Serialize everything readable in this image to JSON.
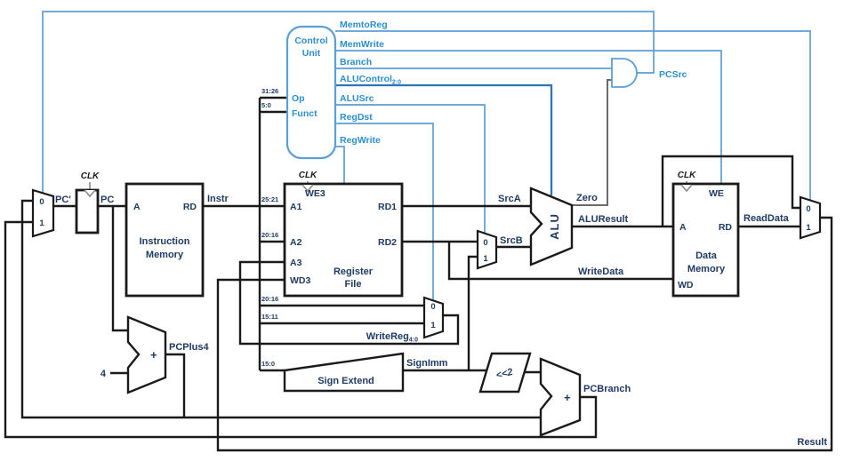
{
  "colors": {
    "wire": "#1a1a1a",
    "control": "#5b9fd6",
    "control_dark": "#2e75b6",
    "navy": "#1f3a63",
    "blue": "#2b8fd0",
    "gray": "#8a8a8a",
    "zero": "#6b6b6b"
  },
  "labels": {
    "clk": "CLK",
    "pc_prime": "PC'",
    "pc": "PC",
    "instr": "Instr",
    "srca": "SrcA",
    "srcb": "SrcB",
    "zero": "Zero",
    "alu_result": "ALUResult",
    "write_data": "WriteData",
    "read_data": "ReadData",
    "sign_imm": "SignImm",
    "pc_plus4": "PCPlus4",
    "pc_branch": "PCBranch",
    "pc_src": "PCSrc",
    "write_reg": "WriteReg",
    "write_reg_sub": "4:0",
    "result": "Result",
    "four": "4",
    "shift_left2": "<<2",
    "plus": "+",
    "mux0": "0",
    "mux1": "1"
  },
  "control": {
    "title1": "Control",
    "title2": "Unit",
    "op": "Op",
    "funct": "Funct",
    "memtoreg": "MemtoReg",
    "memwrite": "MemWrite",
    "branch": "Branch",
    "alucontrol": "ALUControl",
    "alucontrol_sub": "2:0",
    "alusrc": "ALUSrc",
    "regdst": "RegDst",
    "regwrite": "RegWrite"
  },
  "im": {
    "a": "A",
    "rd": "RD",
    "line1": "Instruction",
    "line2": "Memory"
  },
  "rf": {
    "we3": "WE3",
    "a1": "A1",
    "a2": "A2",
    "a3": "A3",
    "wd3": "WD3",
    "rd1": "RD1",
    "rd2": "RD2",
    "line1": "Register",
    "line2": "File"
  },
  "dm": {
    "we": "WE",
    "a": "A",
    "rd": "RD",
    "wd": "WD",
    "line1": "Data",
    "line2": "Memory"
  },
  "sign_extend": {
    "label": "Sign Extend"
  },
  "alu": {
    "label": "ALU"
  },
  "bits": {
    "b31_26": "31:26",
    "b5_0": "5:0",
    "b25_21": "25:21",
    "b20_16": "20:16",
    "b15_11": "15:11",
    "b15_0": "15:0"
  }
}
